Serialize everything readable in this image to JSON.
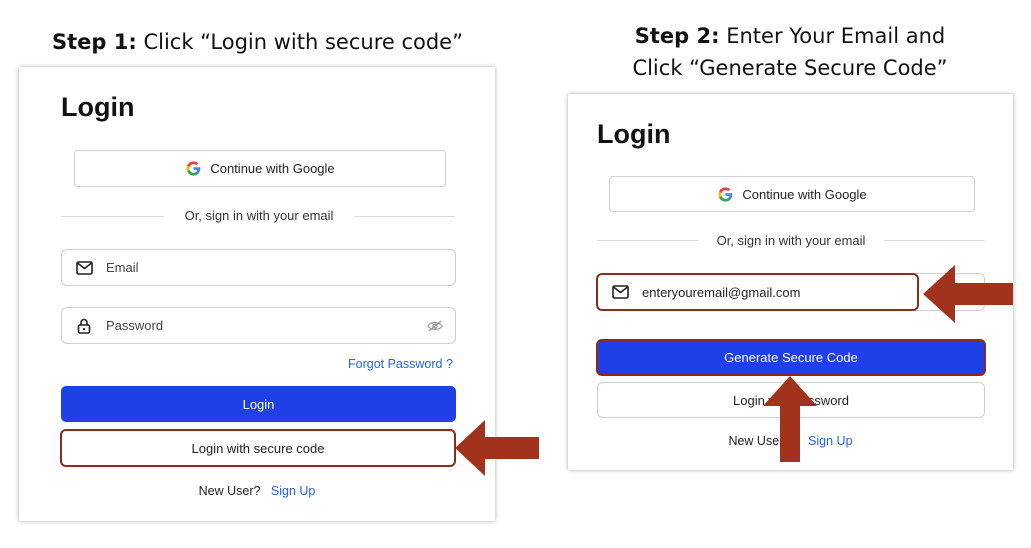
{
  "step1": {
    "step_label": "Step 1:",
    "instruction": "Click “Login with secure code”",
    "panel": {
      "title": "Login",
      "google_button": "Continue with Google",
      "divider_text": "Or, sign in with your email",
      "email_placeholder": "Email",
      "password_placeholder": "Password",
      "forgot_password": "Forgot Password ?",
      "login_button": "Login",
      "secure_code_button": "Login with secure code",
      "new_user_text": "New User?",
      "sign_up_link": "Sign Up"
    }
  },
  "step2": {
    "step_label": "Step 2:",
    "instruction_line1": "Enter Your Email and",
    "instruction_line2": "Click “Generate Secure Code”",
    "panel": {
      "title": "Login",
      "google_button": "Continue with Google",
      "divider_text": "Or, sign in with your email",
      "email_value": "enteryouremail@gmail.com",
      "generate_button": "Generate Secure Code",
      "password_button_visible": "Login w",
      "password_button_visible_end": "ssword",
      "new_user_text_visible": "New Use",
      "sign_up_link": "Sign Up"
    }
  },
  "colors": {
    "primary_button": "#1f40e6",
    "annotation_arrow": "#a3321c",
    "highlight_border": "#8b2b1b",
    "link": "#2563eb"
  },
  "icons": [
    "google-icon",
    "mail-icon",
    "lock-icon",
    "eye-off-icon",
    "arrow-left-icon",
    "arrow-up-icon"
  ]
}
